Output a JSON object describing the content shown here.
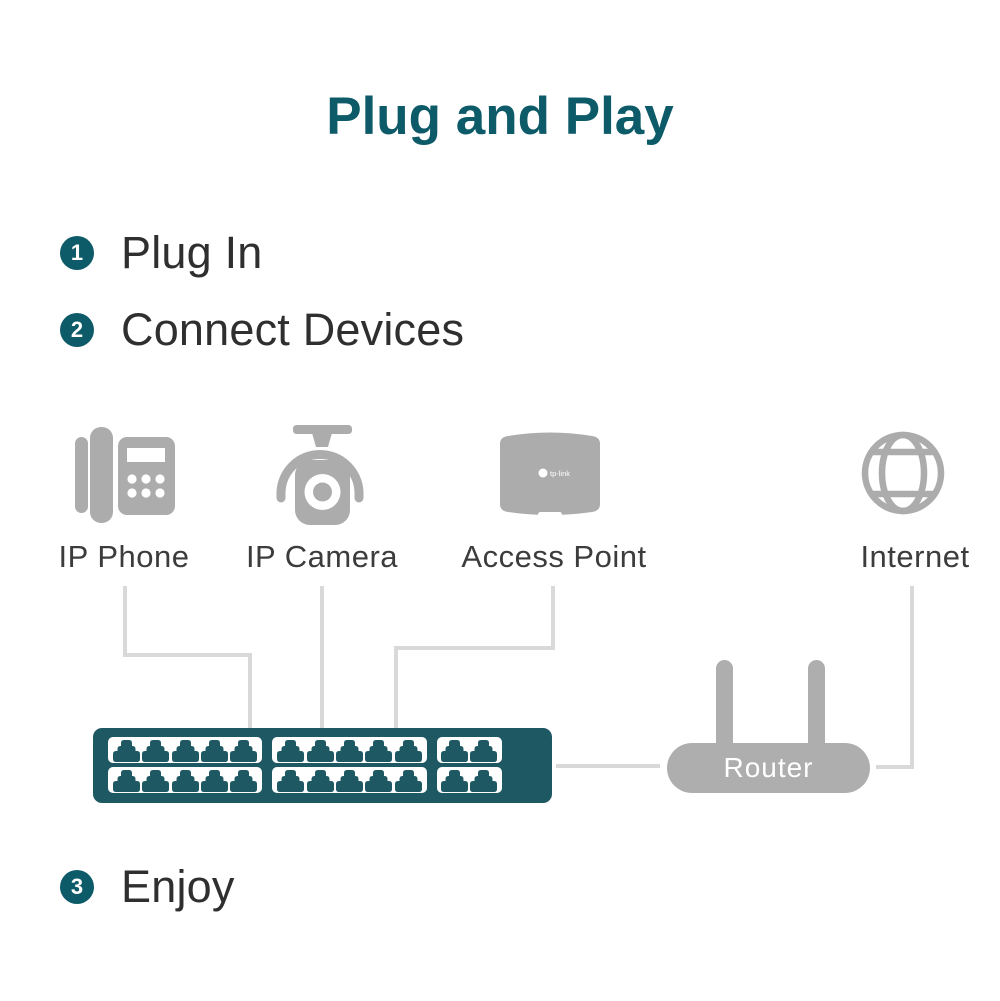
{
  "title": "Plug and Play",
  "steps": [
    {
      "number": "1",
      "label": "Plug In"
    },
    {
      "number": "2",
      "label": "Connect Devices"
    },
    {
      "number": "3",
      "label": "Enjoy"
    }
  ],
  "devices": {
    "ip_phone": {
      "label": "IP Phone"
    },
    "ip_camera": {
      "label": "IP Camera"
    },
    "access_point": {
      "label": "Access Point",
      "logo_text": "tp-link"
    },
    "internet": {
      "label": "Internet"
    },
    "router": {
      "label": "Router"
    },
    "switch": {
      "rows": 2,
      "port_groups": [
        5,
        5,
        2
      ],
      "total_ports": 24
    }
  },
  "colors": {
    "accent": "#0d5a68",
    "switch_teal": "#1e5863",
    "icon_gray": "#acacac",
    "router_gray": "#aeaeae",
    "cable_gray": "#d9d9d9",
    "text_dark": "#2f2f2f",
    "label_gray": "#3c3c3c"
  }
}
